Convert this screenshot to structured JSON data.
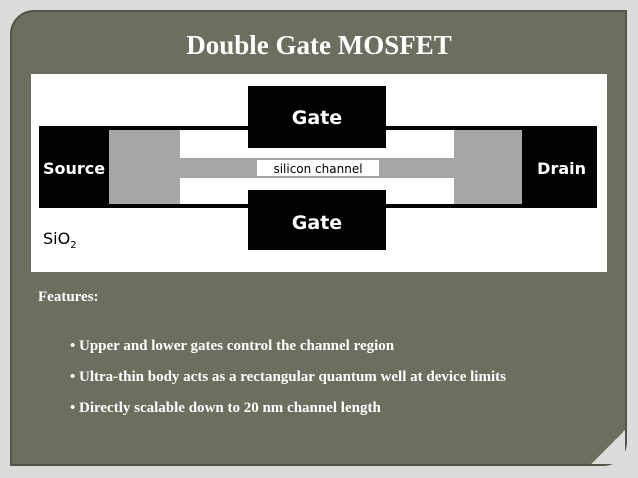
{
  "title": "Double Gate MOSFET",
  "diagram": {
    "gate_top": "Gate",
    "gate_bottom": "Gate",
    "source": "Source",
    "drain": "Drain",
    "channel": "silicon channel",
    "oxide": "SiO",
    "oxide_subscript": "2",
    "colors": {
      "black": "#000000",
      "gray": "#a6a6a6",
      "white": "#ffffff"
    }
  },
  "features": {
    "label": "Features:",
    "items": [
      "• Upper and lower gates control the channel region",
      "• Ultra-thin body acts as a rectangular quantum well at device limits",
      "• Directly scalable down to 20 nm channel length"
    ]
  }
}
